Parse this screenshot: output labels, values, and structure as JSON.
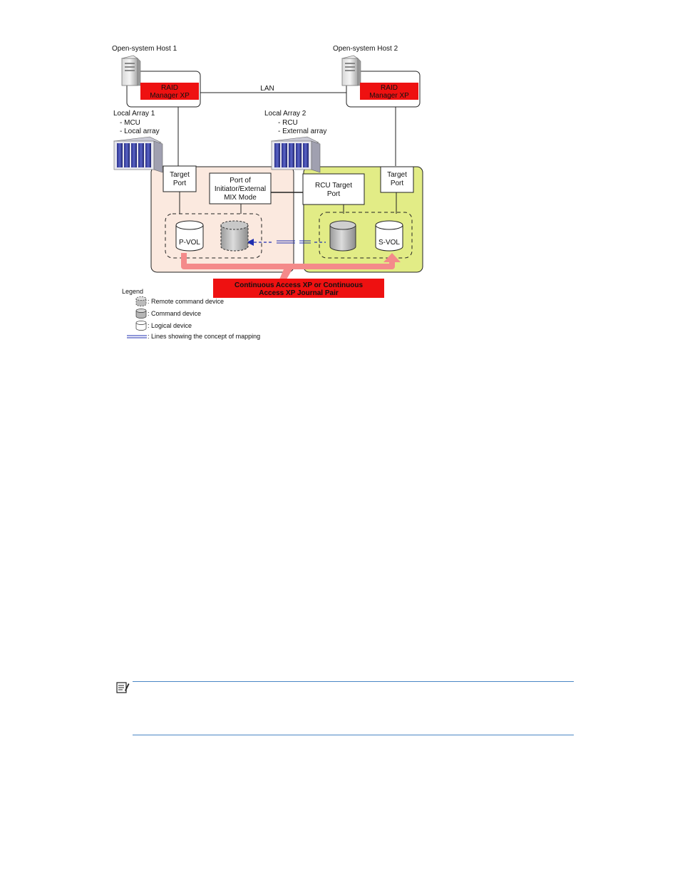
{
  "hosts": [
    {
      "title": "Open-system Host 1",
      "software": [
        "RAID",
        "Manager XP"
      ]
    },
    {
      "title": "Open-system Host 2",
      "software": [
        "RAID",
        "Manager XP"
      ]
    }
  ],
  "lan_label": "LAN",
  "arrays": [
    {
      "title": "Local Array 1",
      "roles": [
        "- MCU",
        "- Local array"
      ]
    },
    {
      "title": "Local Array 2",
      "roles": [
        "- RCU",
        "- External array"
      ]
    }
  ],
  "ports": {
    "target_left": [
      "Target",
      "Port"
    ],
    "initiator": [
      "Port of",
      "Initiator/External",
      "MIX Mode"
    ],
    "rcu_target": [
      "RCU Target",
      "Port"
    ],
    "target_right": [
      "Target",
      "Port"
    ]
  },
  "volumes": {
    "pvol": "P-VOL",
    "svol": "S-VOL"
  },
  "pair_label": [
    "Continuous Access XP or Continuous",
    "Access XP Journal Pair"
  ],
  "legend": {
    "title": "Legend",
    "items": [
      ": Remote command device",
      ": Command device",
      ": Logical device",
      ": Lines showing the concept of mapping"
    ]
  },
  "colors": {
    "raid_red": "#ee1111",
    "array1_fill": "#fbe9df",
    "array2_fill": "#e2ec86",
    "pair_arrow": "#f48a8a",
    "mapping_blue": "#1f2fb0",
    "note_rule": "#4a86c5"
  },
  "icons": {
    "server": "server-icon",
    "storage": "storage-array-icon",
    "note": "note-icon"
  }
}
